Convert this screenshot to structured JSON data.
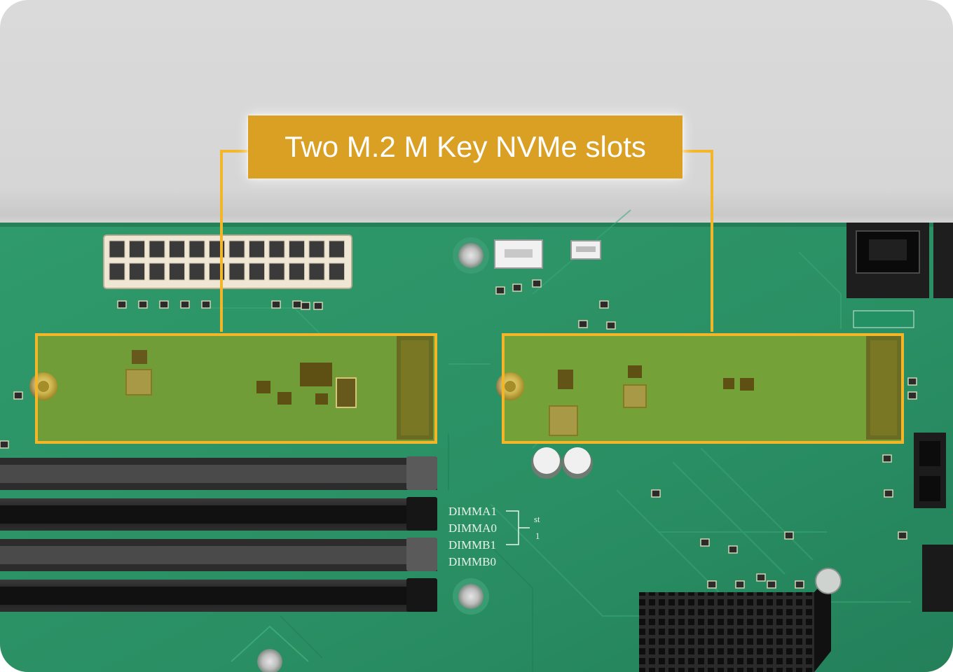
{
  "callout": {
    "label": "Two M.2 M Key NVMe slots"
  },
  "silkscreen": {
    "dimm_labels": [
      "DIMMA1",
      "DIMMA0",
      "DIMMB1",
      "DIMMB0"
    ],
    "dimm_side_labels": [
      "st",
      "1"
    ]
  },
  "colors": {
    "pcb": "#2a8f64",
    "highlight": "#f2b628",
    "callout_bg": "#d9a024",
    "background": "#d6d6d6"
  }
}
